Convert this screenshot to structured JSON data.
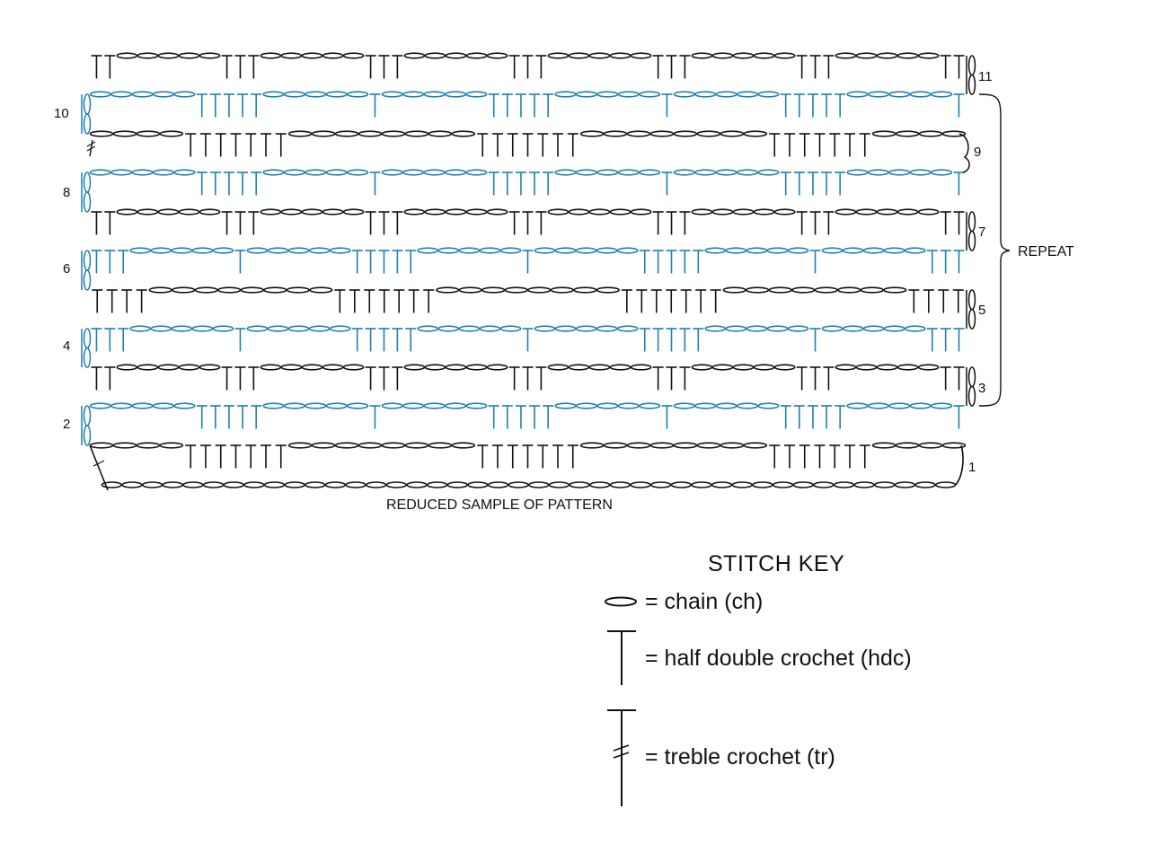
{
  "caption": "REDUCED SAMPLE OF PATTERN",
  "repeat_label": "REPEAT",
  "row_labels": {
    "left": [
      "10",
      "8",
      "6",
      "4",
      "2"
    ],
    "right": [
      "11",
      "9",
      "7",
      "5",
      "3",
      "1"
    ]
  },
  "colors": {
    "odd_rows": "#111111",
    "even_rows": "#1e7fb2"
  },
  "stitch_key": {
    "title": "STITCH KEY",
    "items": [
      {
        "symbol": "chain-icon",
        "label": "= chain (ch)"
      },
      {
        "symbol": "hdc-icon",
        "label": "= half double crochet (hdc)"
      },
      {
        "symbol": "treble-icon",
        "label": "= treble crochet (tr)"
      }
    ]
  },
  "rows": [
    {
      "row": "11",
      "color": "black",
      "stitches": [
        "T",
        "T",
        "C",
        "C",
        "C",
        "C",
        "C",
        "T",
        "T",
        "T",
        "C",
        "C",
        "C",
        "C",
        "C",
        "T",
        "T",
        "T",
        "C",
        "C",
        "C",
        "C",
        "C",
        "T",
        "T",
        "T",
        "C",
        "C",
        "C",
        "C",
        "C",
        "T",
        "T",
        "T",
        "C",
        "C",
        "C",
        "C",
        "C",
        "T",
        "T",
        "T",
        "C",
        "C",
        "C",
        "C",
        "C",
        "T",
        "T"
      ]
    },
    {
      "row": "10",
      "color": "blue",
      "stitches": [
        "C",
        "C",
        "C",
        "C",
        "C",
        "T",
        "T",
        "T",
        "T",
        "T",
        "C",
        "C",
        "C",
        "C",
        "C",
        "T",
        "C",
        "C",
        "C",
        "C",
        "C",
        "T",
        "T",
        "T",
        "T",
        "T",
        "C",
        "C",
        "C",
        "C",
        "C",
        "T",
        "C",
        "C",
        "C",
        "C",
        "C",
        "T",
        "T",
        "T",
        "T",
        "T",
        "C",
        "C",
        "C",
        "C",
        "C",
        "T"
      ]
    },
    {
      "row": "9",
      "color": "black",
      "stitches": [
        "C",
        "C",
        "C",
        "C",
        "T",
        "T",
        "T",
        "T",
        "T",
        "T",
        "T",
        "C",
        "C",
        "C",
        "C",
        "C",
        "C",
        "C",
        "C",
        "T",
        "T",
        "T",
        "T",
        "T",
        "T",
        "T",
        "C",
        "C",
        "C",
        "C",
        "C",
        "C",
        "C",
        "C",
        "T",
        "T",
        "T",
        "T",
        "T",
        "T",
        "T",
        "C",
        "C",
        "C",
        "C"
      ]
    },
    {
      "row": "8",
      "color": "blue",
      "stitches": [
        "C",
        "C",
        "C",
        "C",
        "C",
        "T",
        "T",
        "T",
        "T",
        "T",
        "C",
        "C",
        "C",
        "C",
        "C",
        "T",
        "C",
        "C",
        "C",
        "C",
        "C",
        "T",
        "T",
        "T",
        "T",
        "T",
        "C",
        "C",
        "C",
        "C",
        "C",
        "T",
        "C",
        "C",
        "C",
        "C",
        "C",
        "T",
        "T",
        "T",
        "T",
        "T",
        "C",
        "C",
        "C",
        "C",
        "C",
        "T"
      ]
    },
    {
      "row": "7",
      "color": "black",
      "stitches": [
        "T",
        "T",
        "C",
        "C",
        "C",
        "C",
        "C",
        "T",
        "T",
        "T",
        "C",
        "C",
        "C",
        "C",
        "C",
        "T",
        "T",
        "T",
        "C",
        "C",
        "C",
        "C",
        "C",
        "T",
        "T",
        "T",
        "C",
        "C",
        "C",
        "C",
        "C",
        "T",
        "T",
        "T",
        "C",
        "C",
        "C",
        "C",
        "C",
        "T",
        "T",
        "T",
        "C",
        "C",
        "C",
        "C",
        "C",
        "T",
        "T"
      ]
    },
    {
      "row": "6",
      "color": "blue",
      "stitches": [
        "T",
        "T",
        "T",
        "C",
        "C",
        "C",
        "C",
        "C",
        "T",
        "C",
        "C",
        "C",
        "C",
        "C",
        "T",
        "T",
        "T",
        "T",
        "T",
        "C",
        "C",
        "C",
        "C",
        "C",
        "T",
        "C",
        "C",
        "C",
        "C",
        "C",
        "T",
        "T",
        "T",
        "T",
        "T",
        "C",
        "C",
        "C",
        "C",
        "C",
        "T",
        "C",
        "C",
        "C",
        "C",
        "C",
        "T",
        "T",
        "T"
      ]
    },
    {
      "row": "5",
      "color": "black",
      "stitches": [
        "T",
        "T",
        "T",
        "T",
        "C",
        "C",
        "C",
        "C",
        "C",
        "C",
        "C",
        "C",
        "T",
        "T",
        "T",
        "T",
        "T",
        "T",
        "T",
        "C",
        "C",
        "C",
        "C",
        "C",
        "C",
        "C",
        "C",
        "T",
        "T",
        "T",
        "T",
        "T",
        "T",
        "T",
        "C",
        "C",
        "C",
        "C",
        "C",
        "C",
        "C",
        "C",
        "T",
        "T",
        "T",
        "T"
      ]
    },
    {
      "row": "4",
      "color": "blue",
      "stitches": [
        "T",
        "T",
        "T",
        "C",
        "C",
        "C",
        "C",
        "C",
        "T",
        "C",
        "C",
        "C",
        "C",
        "C",
        "T",
        "T",
        "T",
        "T",
        "T",
        "C",
        "C",
        "C",
        "C",
        "C",
        "T",
        "C",
        "C",
        "C",
        "C",
        "C",
        "T",
        "T",
        "T",
        "T",
        "T",
        "C",
        "C",
        "C",
        "C",
        "C",
        "T",
        "C",
        "C",
        "C",
        "C",
        "C",
        "T",
        "T",
        "T"
      ]
    },
    {
      "row": "3",
      "color": "black",
      "stitches": [
        "T",
        "T",
        "C",
        "C",
        "C",
        "C",
        "C",
        "T",
        "T",
        "T",
        "C",
        "C",
        "C",
        "C",
        "C",
        "T",
        "T",
        "T",
        "C",
        "C",
        "C",
        "C",
        "C",
        "T",
        "T",
        "T",
        "C",
        "C",
        "C",
        "C",
        "C",
        "T",
        "T",
        "T",
        "C",
        "C",
        "C",
        "C",
        "C",
        "T",
        "T",
        "T",
        "C",
        "C",
        "C",
        "C",
        "C",
        "T",
        "T"
      ]
    },
    {
      "row": "2",
      "color": "blue",
      "stitches": [
        "C",
        "C",
        "C",
        "C",
        "C",
        "T",
        "T",
        "T",
        "T",
        "T",
        "C",
        "C",
        "C",
        "C",
        "C",
        "T",
        "C",
        "C",
        "C",
        "C",
        "C",
        "T",
        "T",
        "T",
        "T",
        "T",
        "C",
        "C",
        "C",
        "C",
        "C",
        "T",
        "C",
        "C",
        "C",
        "C",
        "C",
        "T",
        "T",
        "T",
        "T",
        "T",
        "C",
        "C",
        "C",
        "C",
        "C",
        "T"
      ]
    },
    {
      "row": "1",
      "color": "black",
      "stitches": [
        "C",
        "C",
        "C",
        "C",
        "T",
        "T",
        "T",
        "T",
        "T",
        "T",
        "T",
        "C",
        "C",
        "C",
        "C",
        "C",
        "C",
        "C",
        "C",
        "T",
        "T",
        "T",
        "T",
        "T",
        "T",
        "T",
        "C",
        "C",
        "C",
        "C",
        "C",
        "C",
        "C",
        "C",
        "T",
        "T",
        "T",
        "T",
        "T",
        "T",
        "T",
        "C",
        "C",
        "C",
        "C"
      ]
    }
  ]
}
